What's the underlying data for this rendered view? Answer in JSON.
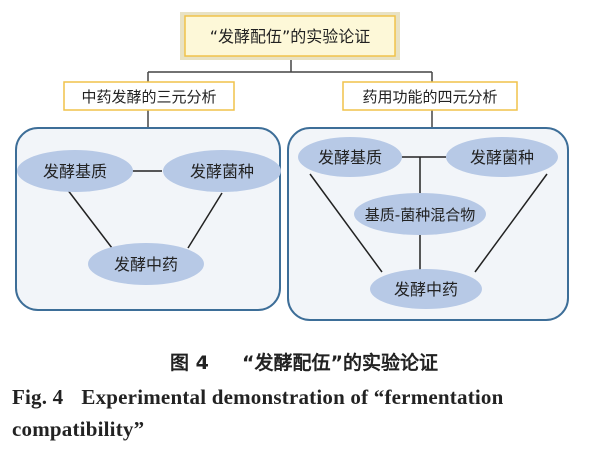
{
  "title": "“发酵配伍”的实验论证",
  "left_panel": {
    "header": "中药发酵的三元分析",
    "nodes": {
      "substrate": "发酵基质",
      "strain": "发酵菌种",
      "product": "发酵中药"
    }
  },
  "right_panel": {
    "header": "药用功能的四元分析",
    "nodes": {
      "substrate": "发酵基质",
      "strain": "发酵菌种",
      "mixture": "基质-菌种混合物",
      "product": "发酵中药"
    }
  },
  "caption": {
    "cn_label": "图 4",
    "cn_text": "“发酵配伍”的实验论证",
    "en_label": "Fig. 4",
    "en_text": "Experimental demonstration of “fermentation compatibility”"
  },
  "colors": {
    "title_fill": "#fdf8d8",
    "title_border": "#f0c24a",
    "header_border": "#f0c24a",
    "panel_border": "#3d6e98",
    "panel_fill": "#f2f5f9",
    "node_fill": "#b7c9e6",
    "line": "#222222"
  }
}
